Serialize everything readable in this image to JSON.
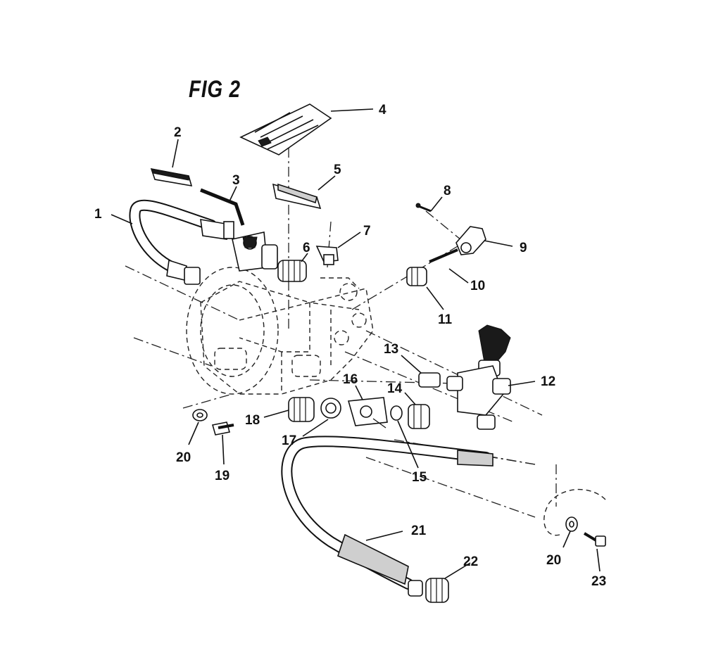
{
  "figure": {
    "title": "FIG 2"
  },
  "callouts": {
    "c1": "1",
    "c2": "2",
    "c3": "3",
    "c4": "4",
    "c5": "5",
    "c6": "6",
    "c7": "7",
    "c8": "8",
    "c9": "9",
    "c10": "10",
    "c11": "11",
    "c12": "12",
    "c13": "13",
    "c14": "14",
    "c15": "15",
    "c16": "16",
    "c17": "17",
    "c18": "18",
    "c19": "19",
    "c20a": "20",
    "c20b": "20",
    "c21": "21",
    "c22": "22",
    "c23": "23"
  },
  "colors": {
    "ink": "#111111",
    "paper": "#ffffff"
  }
}
